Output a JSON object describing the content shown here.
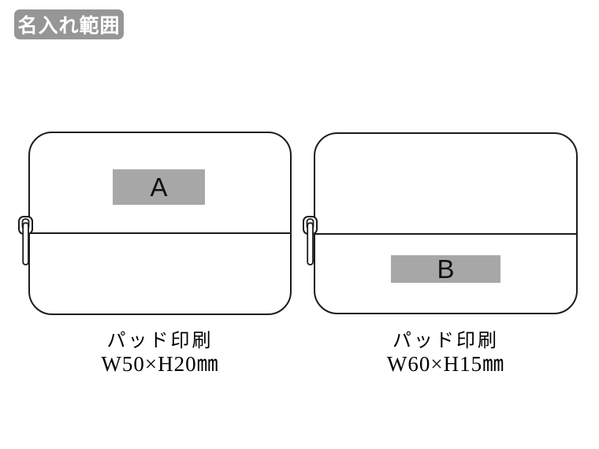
{
  "page": {
    "background": "#ffffff"
  },
  "header": {
    "badge_label": "名入れ範囲",
    "badge_bg": "#969696",
    "badge_text_color": "#ffffff"
  },
  "products": [
    {
      "name": "pouch-left",
      "print_area": {
        "label": "A",
        "fill": "#a7a7a7"
      },
      "caption": {
        "method": "パッド印刷",
        "size": "W50×H20㎜"
      }
    },
    {
      "name": "pouch-right",
      "print_area": {
        "label": "B",
        "fill": "#a7a7a7"
      },
      "caption": {
        "method": "パッド印刷",
        "size": "W60×H15㎜"
      }
    }
  ]
}
